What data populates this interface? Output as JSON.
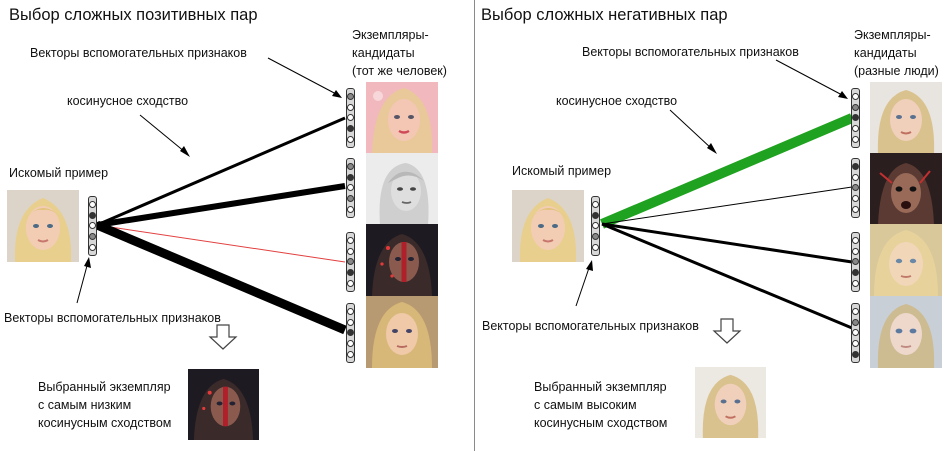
{
  "left": {
    "title": "Выбор сложных позитивных пар",
    "candidates_label": "Экземпляры-\nкандидаты\n(тот же человек)",
    "aux_vectors_top": "Векторы вспомогательных признаков",
    "cosine": "косинусное сходство",
    "query": "Искомый пример",
    "aux_vectors_bottom": "Векторы вспомогательных признаков",
    "result": "Выбранный экземпляр\nс самым низким\nкосинусным сходством"
  },
  "right": {
    "title": "Выбор сложных негативных пар",
    "candidates_label": "Экземпляры-\nкандидаты\n(разные люди)",
    "aux_vectors_top": "Векторы вспомогательных признаков",
    "cosine": "косинусное сходство",
    "query": "Искомый пример",
    "aux_vectors_bottom": "Векторы вспомогательных признаков",
    "result": "Выбранный экземпляр\nс самым высоким\nкосинусным сходством"
  },
  "colors": {
    "default_edge": "#000000",
    "selected_positive_edge": "#e34040",
    "selected_negative_edge": "#1fa21f"
  },
  "icons": [
    "photo-portrait",
    "feature-vector",
    "down-arrow",
    "pointer-arrow"
  ]
}
